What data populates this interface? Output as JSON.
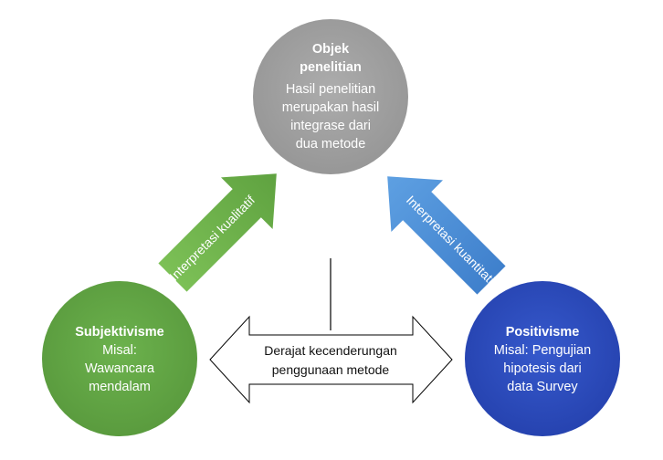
{
  "colors": {
    "top_circle": "#9e9e9e",
    "left_circle": "#63a646",
    "right_circle": "#2e4fc2",
    "green_arrow": "#6fb34c",
    "blue_arrow": "#4d8fd6"
  },
  "top_node": {
    "title_line1": "Objek",
    "title_line2": "penelitian",
    "line1": "Hasil penelitian",
    "line2": "merupakan hasil",
    "line3": "integrase dari",
    "line4": "dua metode"
  },
  "left_node": {
    "title": "Subjektivisme",
    "line1": "Misal:",
    "line2": "Wawancara",
    "line3": "mendalam"
  },
  "right_node": {
    "title": "Positivisme",
    "line1": "Misal: Pengujian",
    "line2": "hipotesis dari",
    "line3": "data Survey"
  },
  "left_arrow_label": "Interpretasi kualitatif",
  "right_arrow_label": "Interpretasi kuantitatif",
  "center_arrow": {
    "line1": "Derajat kecenderungan",
    "line2": "penggunaan metode"
  }
}
